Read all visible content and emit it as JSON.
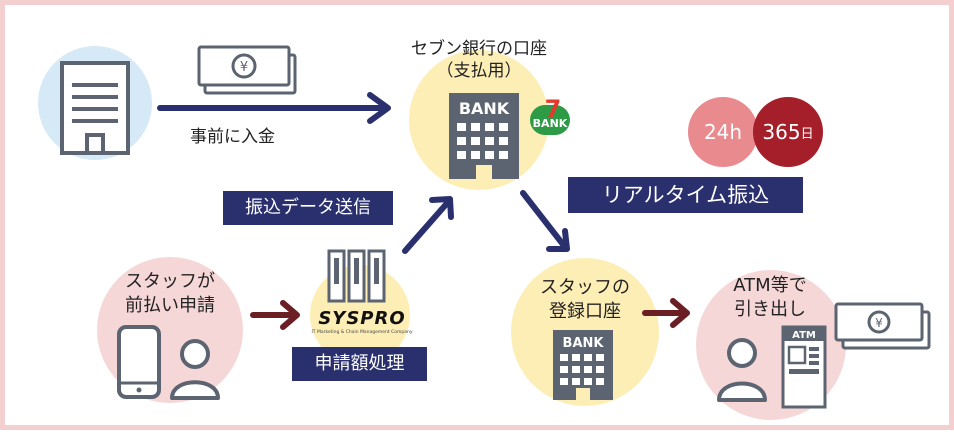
{
  "labels": {
    "deposit": "事前に入金",
    "bank_title_1": "セブン銀行の口座",
    "bank_title_2": "（支払用）",
    "data_send": "振込データ送信",
    "staff_request_1": "スタッフが",
    "staff_request_2": "前払い申請",
    "process": "申請額処理",
    "realtime": "リアルタイム振込",
    "staff_account_1": "スタッフの",
    "staff_account_2": "登録口座",
    "atm_1": "ATM等で",
    "atm_2": "引き出し"
  },
  "badges": {
    "h24": "24h",
    "d365": "365",
    "d365_unit": "日"
  },
  "logos": {
    "syspro": "SYSPRO",
    "syspro_tagline": "IT Marketing & Chain Management Company",
    "bank_mark": "BANK",
    "seven_mark": "7",
    "atm_mark": "ATM",
    "bill_symbol": "¥"
  },
  "colors": {
    "navy": "#2a2f6e",
    "dark_red": "#6b1f24",
    "pink": "#f6d7d8",
    "yellow": "#fdeeb6",
    "light_blue": "#d6e9f6",
    "gray_icon": "#5b6470",
    "badge_pink": "#e98a8f",
    "badge_red": "#a51f2a"
  }
}
